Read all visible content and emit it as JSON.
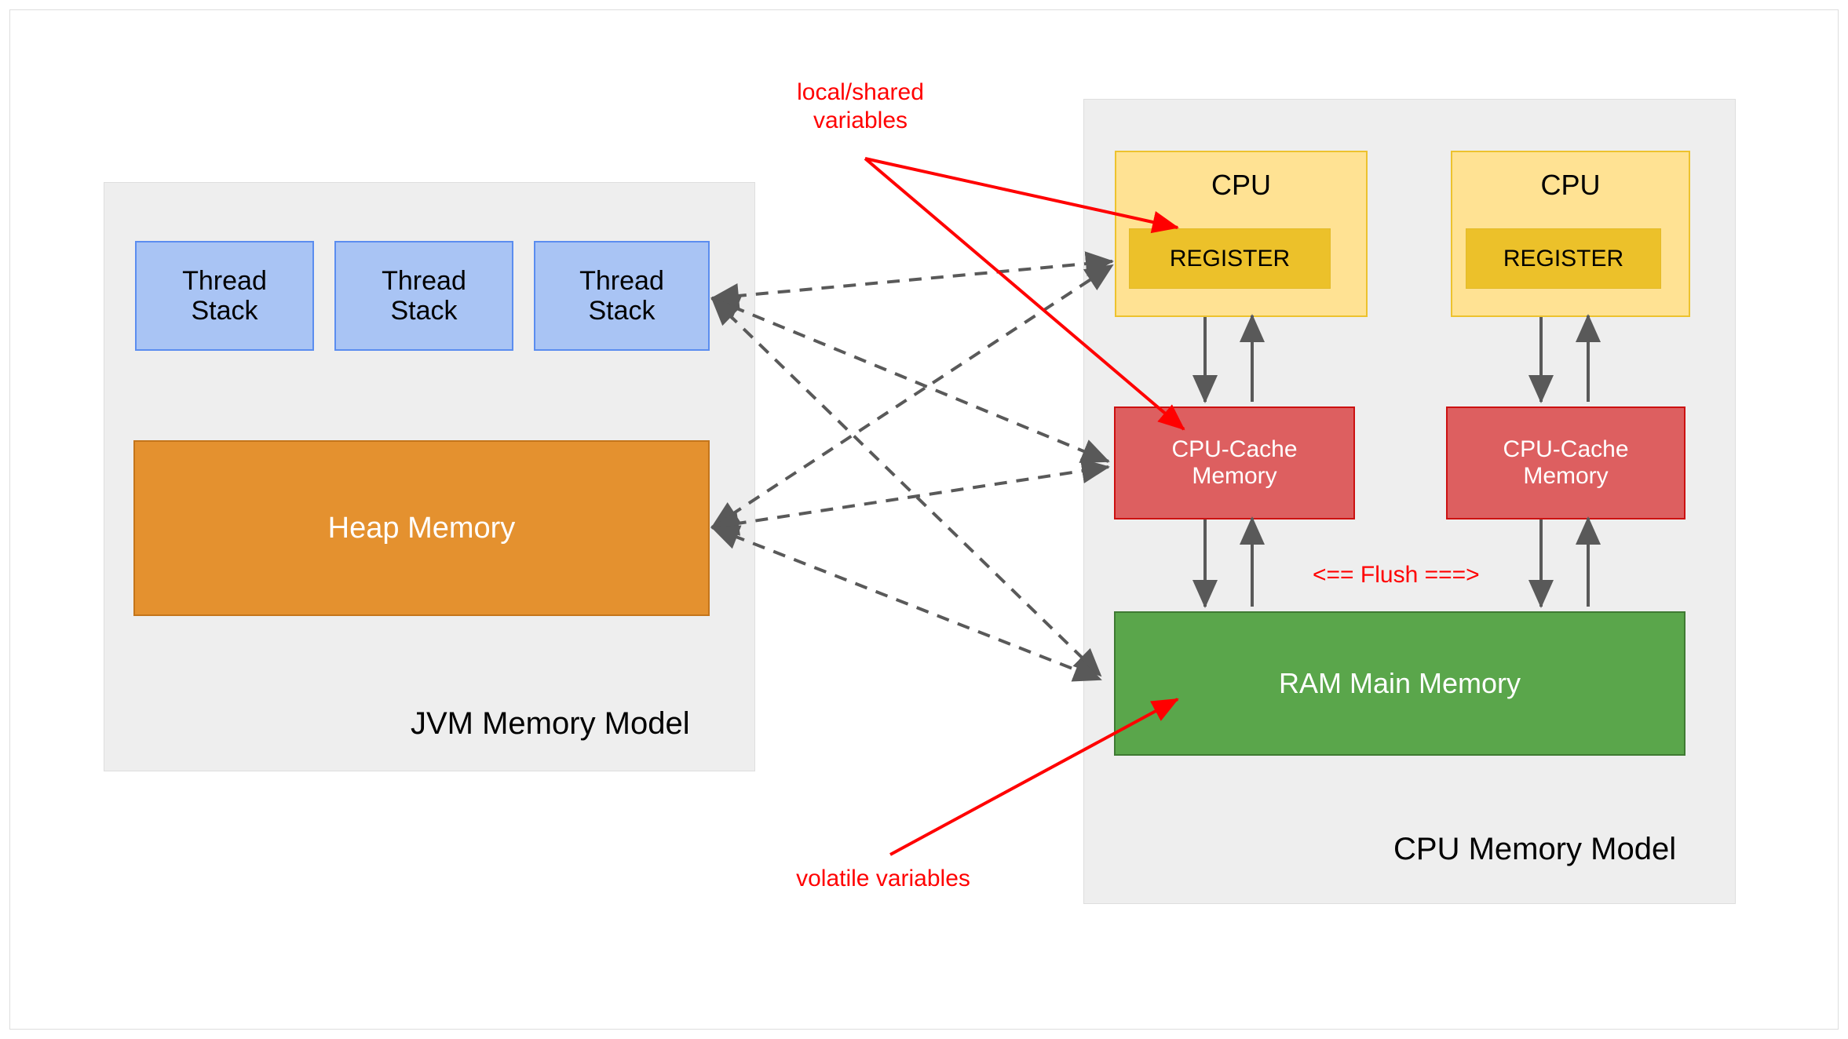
{
  "diagram": {
    "title_left": "JVM Memory Model",
    "title_right": "CPU Memory Model"
  },
  "jvm": {
    "panel_label": "JVM Memory Model",
    "thread_stacks": [
      {
        "label": "Thread\nStack"
      },
      {
        "label": "Thread\nStack"
      },
      {
        "label": "Thread\nStack"
      }
    ],
    "heap": {
      "label": "Heap Memory"
    }
  },
  "cpu_model": {
    "panel_label": "CPU Memory Model",
    "cores": [
      {
        "cpu_label": "CPU",
        "register_label": "REGISTER",
        "cache_label": "CPU-Cache\nMemory"
      },
      {
        "cpu_label": "CPU",
        "register_label": "REGISTER",
        "cache_label": "CPU-Cache\nMemory"
      }
    ],
    "ram": {
      "label": "RAM Main Memory"
    },
    "flush_label": "<== Flush ===>"
  },
  "annotations": {
    "local_shared": "local/shared\nvariables",
    "volatile": "volatile variables"
  },
  "colors": {
    "panel_bg": "#eeeeee",
    "thread_stack": "#a9c4f4",
    "thread_stack_border": "#5b8def",
    "heap": "#e4912f",
    "heap_border": "#c4751b",
    "cpu": "#ffe293",
    "cpu_border": "#edc22e",
    "register": "#ecc12a",
    "cache": "#dd5f60",
    "cache_border": "#cc1111",
    "ram": "#5aa64b",
    "ram_border": "#3f7a33",
    "annotation_red": "#ff0000",
    "dashed_arrow": "#595959"
  }
}
